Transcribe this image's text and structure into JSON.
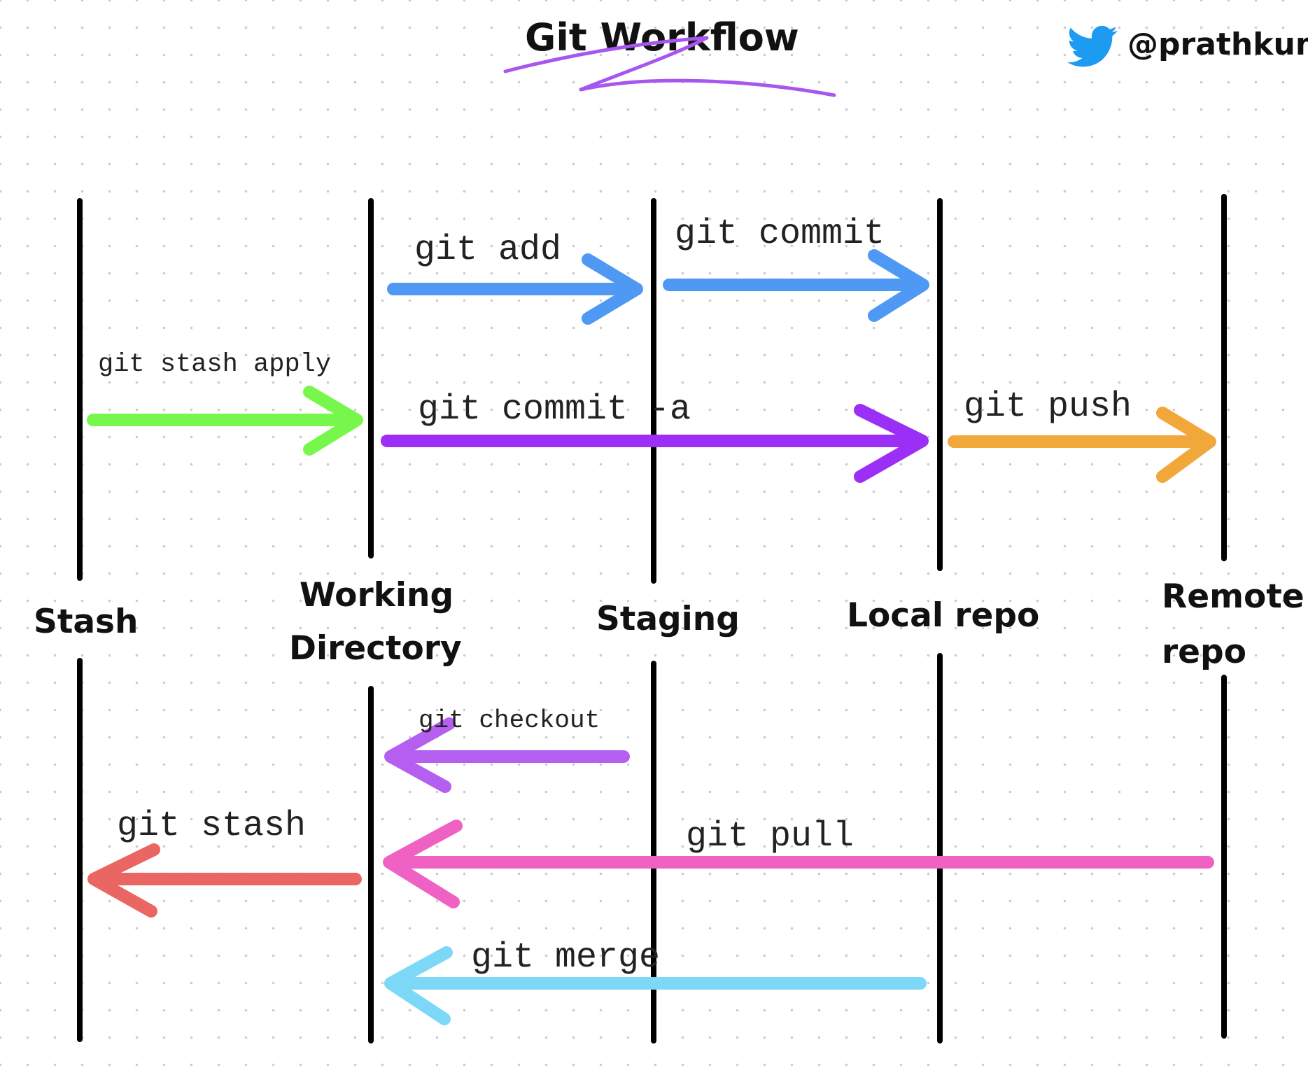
{
  "title": "Git Workflow",
  "handle": "@prathkum",
  "icons": {
    "social": "twitter-bird-icon"
  },
  "colors": {
    "blue": "#4f99f4",
    "green": "#77f74b",
    "purple": "#9b2ff5",
    "orange": "#f2a73b",
    "violet": "#b45ff0",
    "red": "#ea6662",
    "pink": "#ef62c4",
    "cyan": "#7dd8f8",
    "twitter": "#1d9bf0"
  },
  "areas": [
    {
      "id": "stash",
      "lines": [
        "Stash"
      ]
    },
    {
      "id": "working",
      "lines": [
        "Working",
        "Directory"
      ]
    },
    {
      "id": "staging",
      "lines": [
        "Staging"
      ]
    },
    {
      "id": "local",
      "lines": [
        "Local repo"
      ]
    },
    {
      "id": "remote",
      "lines": [
        "Remote",
        "repo"
      ]
    }
  ],
  "commands": [
    {
      "id": "git-add",
      "label": "git add",
      "from": "working",
      "to": "staging",
      "color": "blue"
    },
    {
      "id": "git-commit",
      "label": "git commit",
      "from": "staging",
      "to": "local",
      "color": "blue"
    },
    {
      "id": "git-stash-apply",
      "label": "git stash apply",
      "from": "stash",
      "to": "working",
      "color": "green"
    },
    {
      "id": "git-commit-a",
      "label": "git commit -a",
      "from": "working",
      "to": "local",
      "color": "purple"
    },
    {
      "id": "git-push",
      "label": "git push",
      "from": "local",
      "to": "remote",
      "color": "orange"
    },
    {
      "id": "git-checkout",
      "label": "git checkout",
      "from": "staging",
      "to": "working",
      "color": "violet"
    },
    {
      "id": "git-stash",
      "label": "git stash",
      "from": "working",
      "to": "stash",
      "color": "red"
    },
    {
      "id": "git-pull",
      "label": "git pull",
      "from": "remote",
      "to": "working",
      "color": "pink"
    },
    {
      "id": "git-merge",
      "label": "git merge",
      "from": "local",
      "to": "working",
      "color": "cyan"
    }
  ]
}
